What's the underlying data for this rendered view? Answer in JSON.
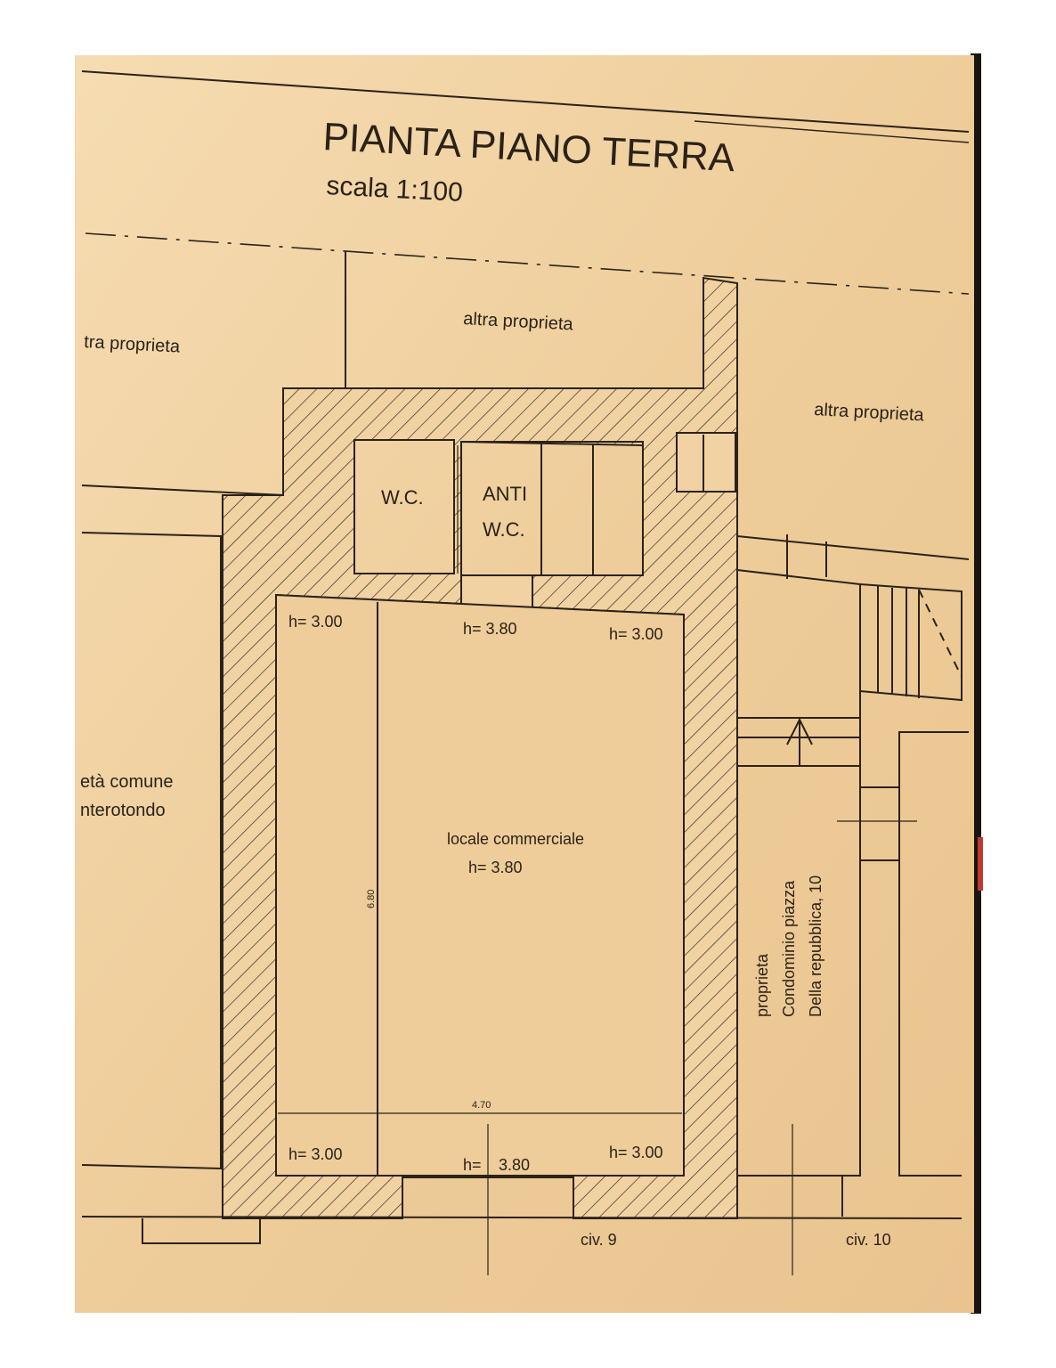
{
  "title": "PIANTA PIANO TERRA",
  "subtitle": "scala 1:100",
  "labels": {
    "altra_top": "altra proprieta",
    "altra_left": "tra proprieta",
    "altra_right": "altra proprieta",
    "wc": "W.C.",
    "anti_line1": "ANTI",
    "anti_line2": "W.C.",
    "comune_line1": "età comune",
    "comune_line2": "nterotondo",
    "locale": "locale commerciale",
    "locale_h": "h= 3.80",
    "h_top_left": "h= 3.00",
    "h_top_mid": "h= 3.80",
    "h_top_right": "h= 3.00",
    "h_bot_left": "h= 3.00",
    "h_bot_mid_a": "h=",
    "h_bot_mid_b": "3.80",
    "h_bot_right": "h= 3.00",
    "dim_vertical": "6.80",
    "dim_horizontal": "4.70",
    "condo_line1": "proprieta",
    "condo_line2": "Condominio piazza",
    "condo_line3": "Della repubblica, 10",
    "civ9": "civ. 9",
    "civ10": "civ. 10"
  },
  "colors": {
    "paper": "#f1d2a3",
    "ink": "#2b2218",
    "frame": "#1a1410"
  }
}
